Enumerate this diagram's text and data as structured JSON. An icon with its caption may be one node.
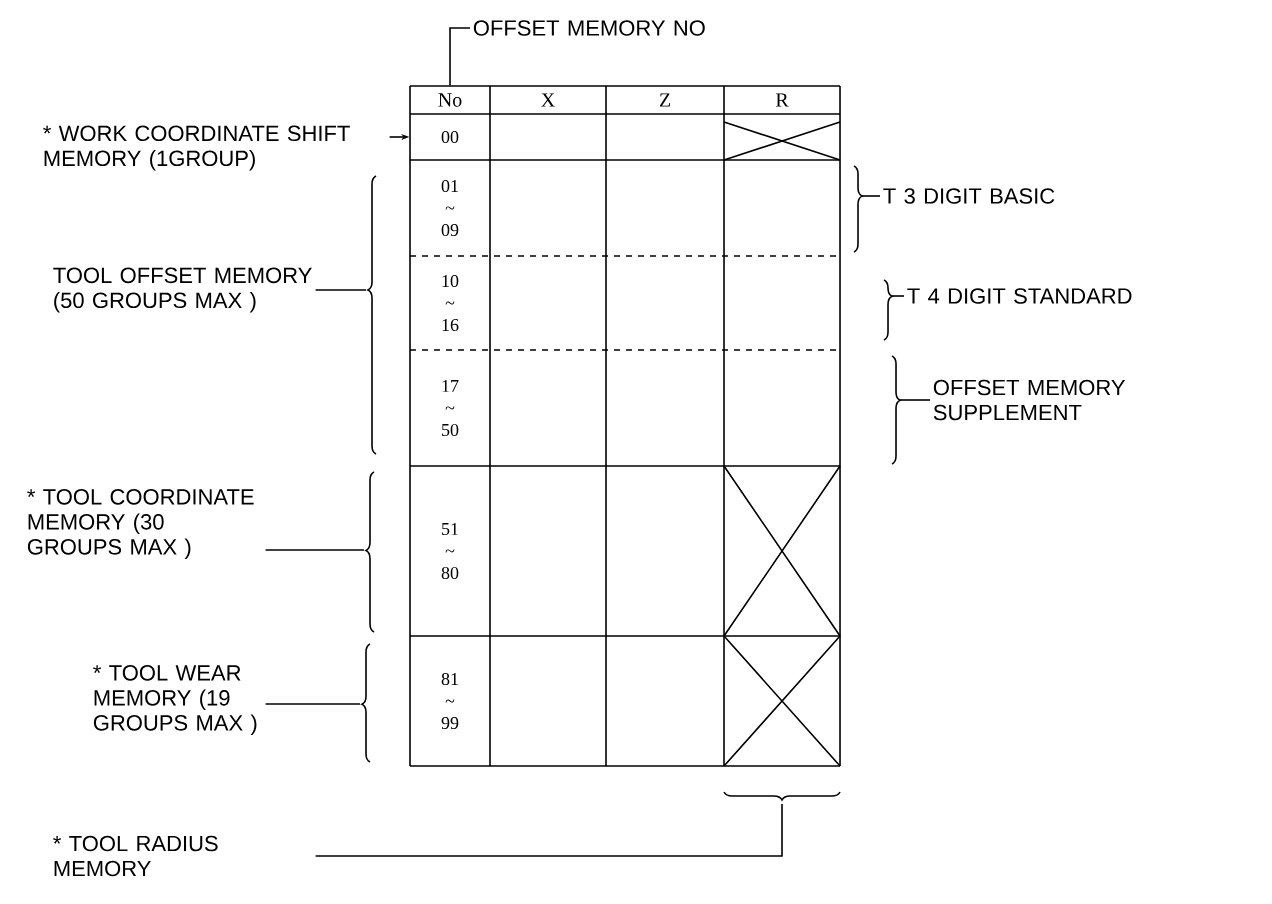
{
  "diagram": {
    "nodes": [
      {
        "text": [
          "OFFSET MEMORY NO"
        ]
      },
      {
        "text": [
          "No"
        ]
      },
      {
        "text": [
          "X"
        ]
      },
      {
        "text": [
          "Z"
        ]
      },
      {
        "text": [
          "R"
        ]
      },
      {
        "text": [
          "00"
        ]
      },
      {
        "text": [
          "01 ~ 09"
        ]
      },
      {
        "text": [
          "10 ~ 16"
        ]
      },
      {
        "text": [
          "17 ~ 50"
        ]
      },
      {
        "text": [
          "51 ~ 80"
        ]
      },
      {
        "text": [
          "81 ~ 99"
        ]
      },
      {
        "text": [
          "* WORK COORDINATE SHIFT MEMORY (1GROUP)"
        ]
      },
      {
        "text": [
          "TOOL OFFSET MEMORY (50 GROUPS MAX )"
        ]
      },
      {
        "text": [
          "T 3 DIGIT BASIC"
        ]
      },
      {
        "text": [
          "T 4 DIGIT STANDARD"
        ]
      },
      {
        "text": [
          "OFFSET MEMORY SUPPLEMENT"
        ]
      },
      {
        "text": [
          "* TOOL COORDINATE MEMORY (30 GROUPS MAX )"
        ]
      },
      {
        "text": [
          "* TOOL WEAR MEMORY (19 GROUPS MAX )"
        ]
      },
      {
        "text": [
          "* TOOL RADIUS MEMORY"
        ]
      }
    ],
    "edges": [
      {
        "from": 0,
        "to": 1,
        "arrow": "none"
      },
      {
        "from": 11,
        "to": 5,
        "arrow": "to"
      },
      {
        "from": 12,
        "to": null,
        "arrow": "none"
      },
      {
        "from": 13,
        "to": null,
        "arrow": "none"
      },
      {
        "from": 14,
        "to": null,
        "arrow": "none"
      },
      {
        "from": 15,
        "to": null,
        "arrow": "none"
      },
      {
        "from": 16,
        "to": null,
        "arrow": "none"
      },
      {
        "from": 17,
        "to": null,
        "arrow": "none"
      },
      {
        "from": 18,
        "to": null,
        "arrow": "none"
      }
    ]
  }
}
